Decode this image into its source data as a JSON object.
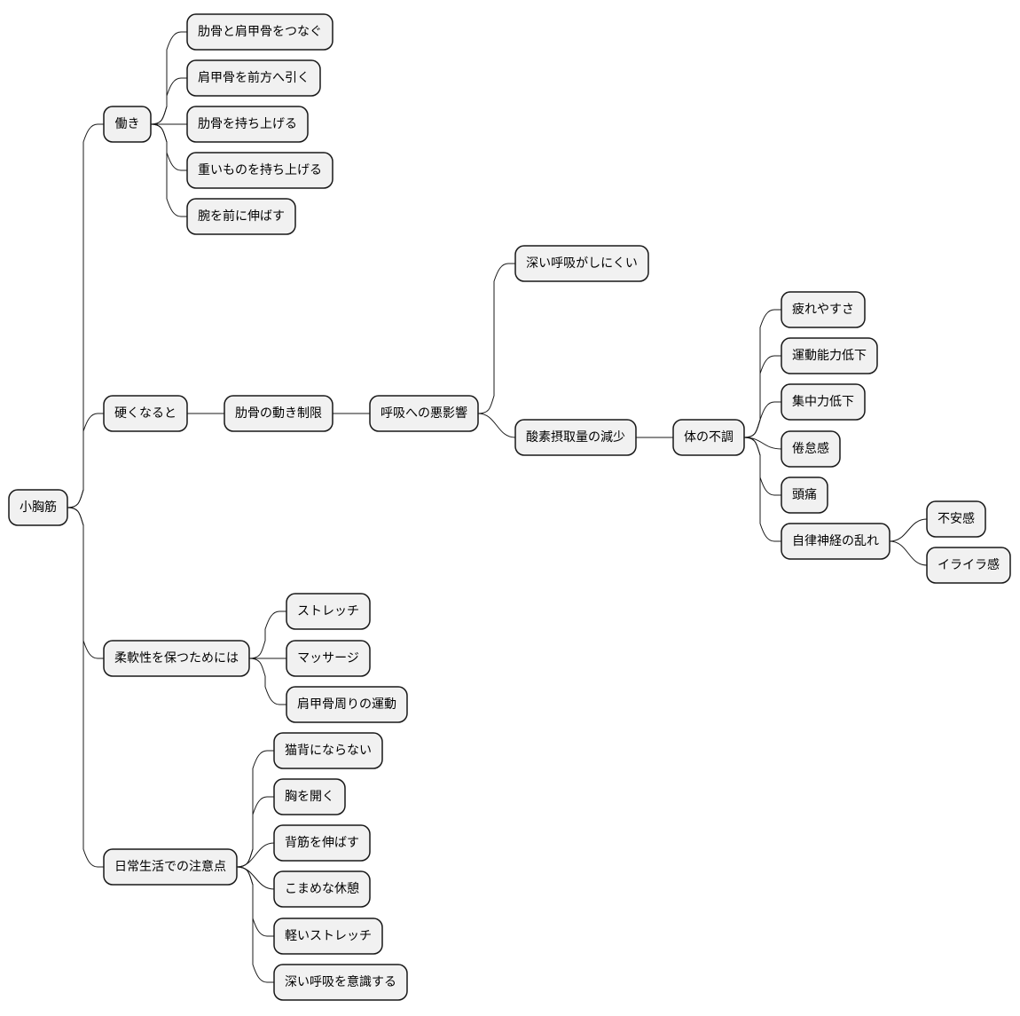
{
  "nodes": {
    "root": "小胸筋",
    "action": "働き",
    "action_1": "肋骨と肩甲骨をつなぐ",
    "action_2": "肩甲骨を前方へ引く",
    "action_3": "肋骨を持ち上げる",
    "action_4": "重いものを持ち上げる",
    "action_5": "腕を前に伸ばす",
    "stiff": "硬くなると",
    "rib_limit": "肋骨の動き制限",
    "breath_bad": "呼吸への悪影響",
    "deep_hard": "深い呼吸がしにくい",
    "oxygen_down": "酸素摂取量の減少",
    "body_issue": "体の不調",
    "fatigue": "疲れやすさ",
    "motor_down": "運動能力低下",
    "focus_down": "集中力低下",
    "lethargy": "倦怠感",
    "headache": "頭痛",
    "autonomic": "自律神経の乱れ",
    "anxiety": "不安感",
    "irritation": "イライラ感",
    "flex": "柔軟性を保つためには",
    "stretch": "ストレッチ",
    "massage": "マッサージ",
    "scap_exercise": "肩甲骨周りの運動",
    "daily": "日常生活での注意点",
    "no_slouch": "猫背にならない",
    "open_chest": "胸を開く",
    "straighten_back": "背筋を伸ばす",
    "breaks": "こまめな休憩",
    "light_stretch": "軽いストレッチ",
    "mindful_breath": "深い呼吸を意識する"
  }
}
